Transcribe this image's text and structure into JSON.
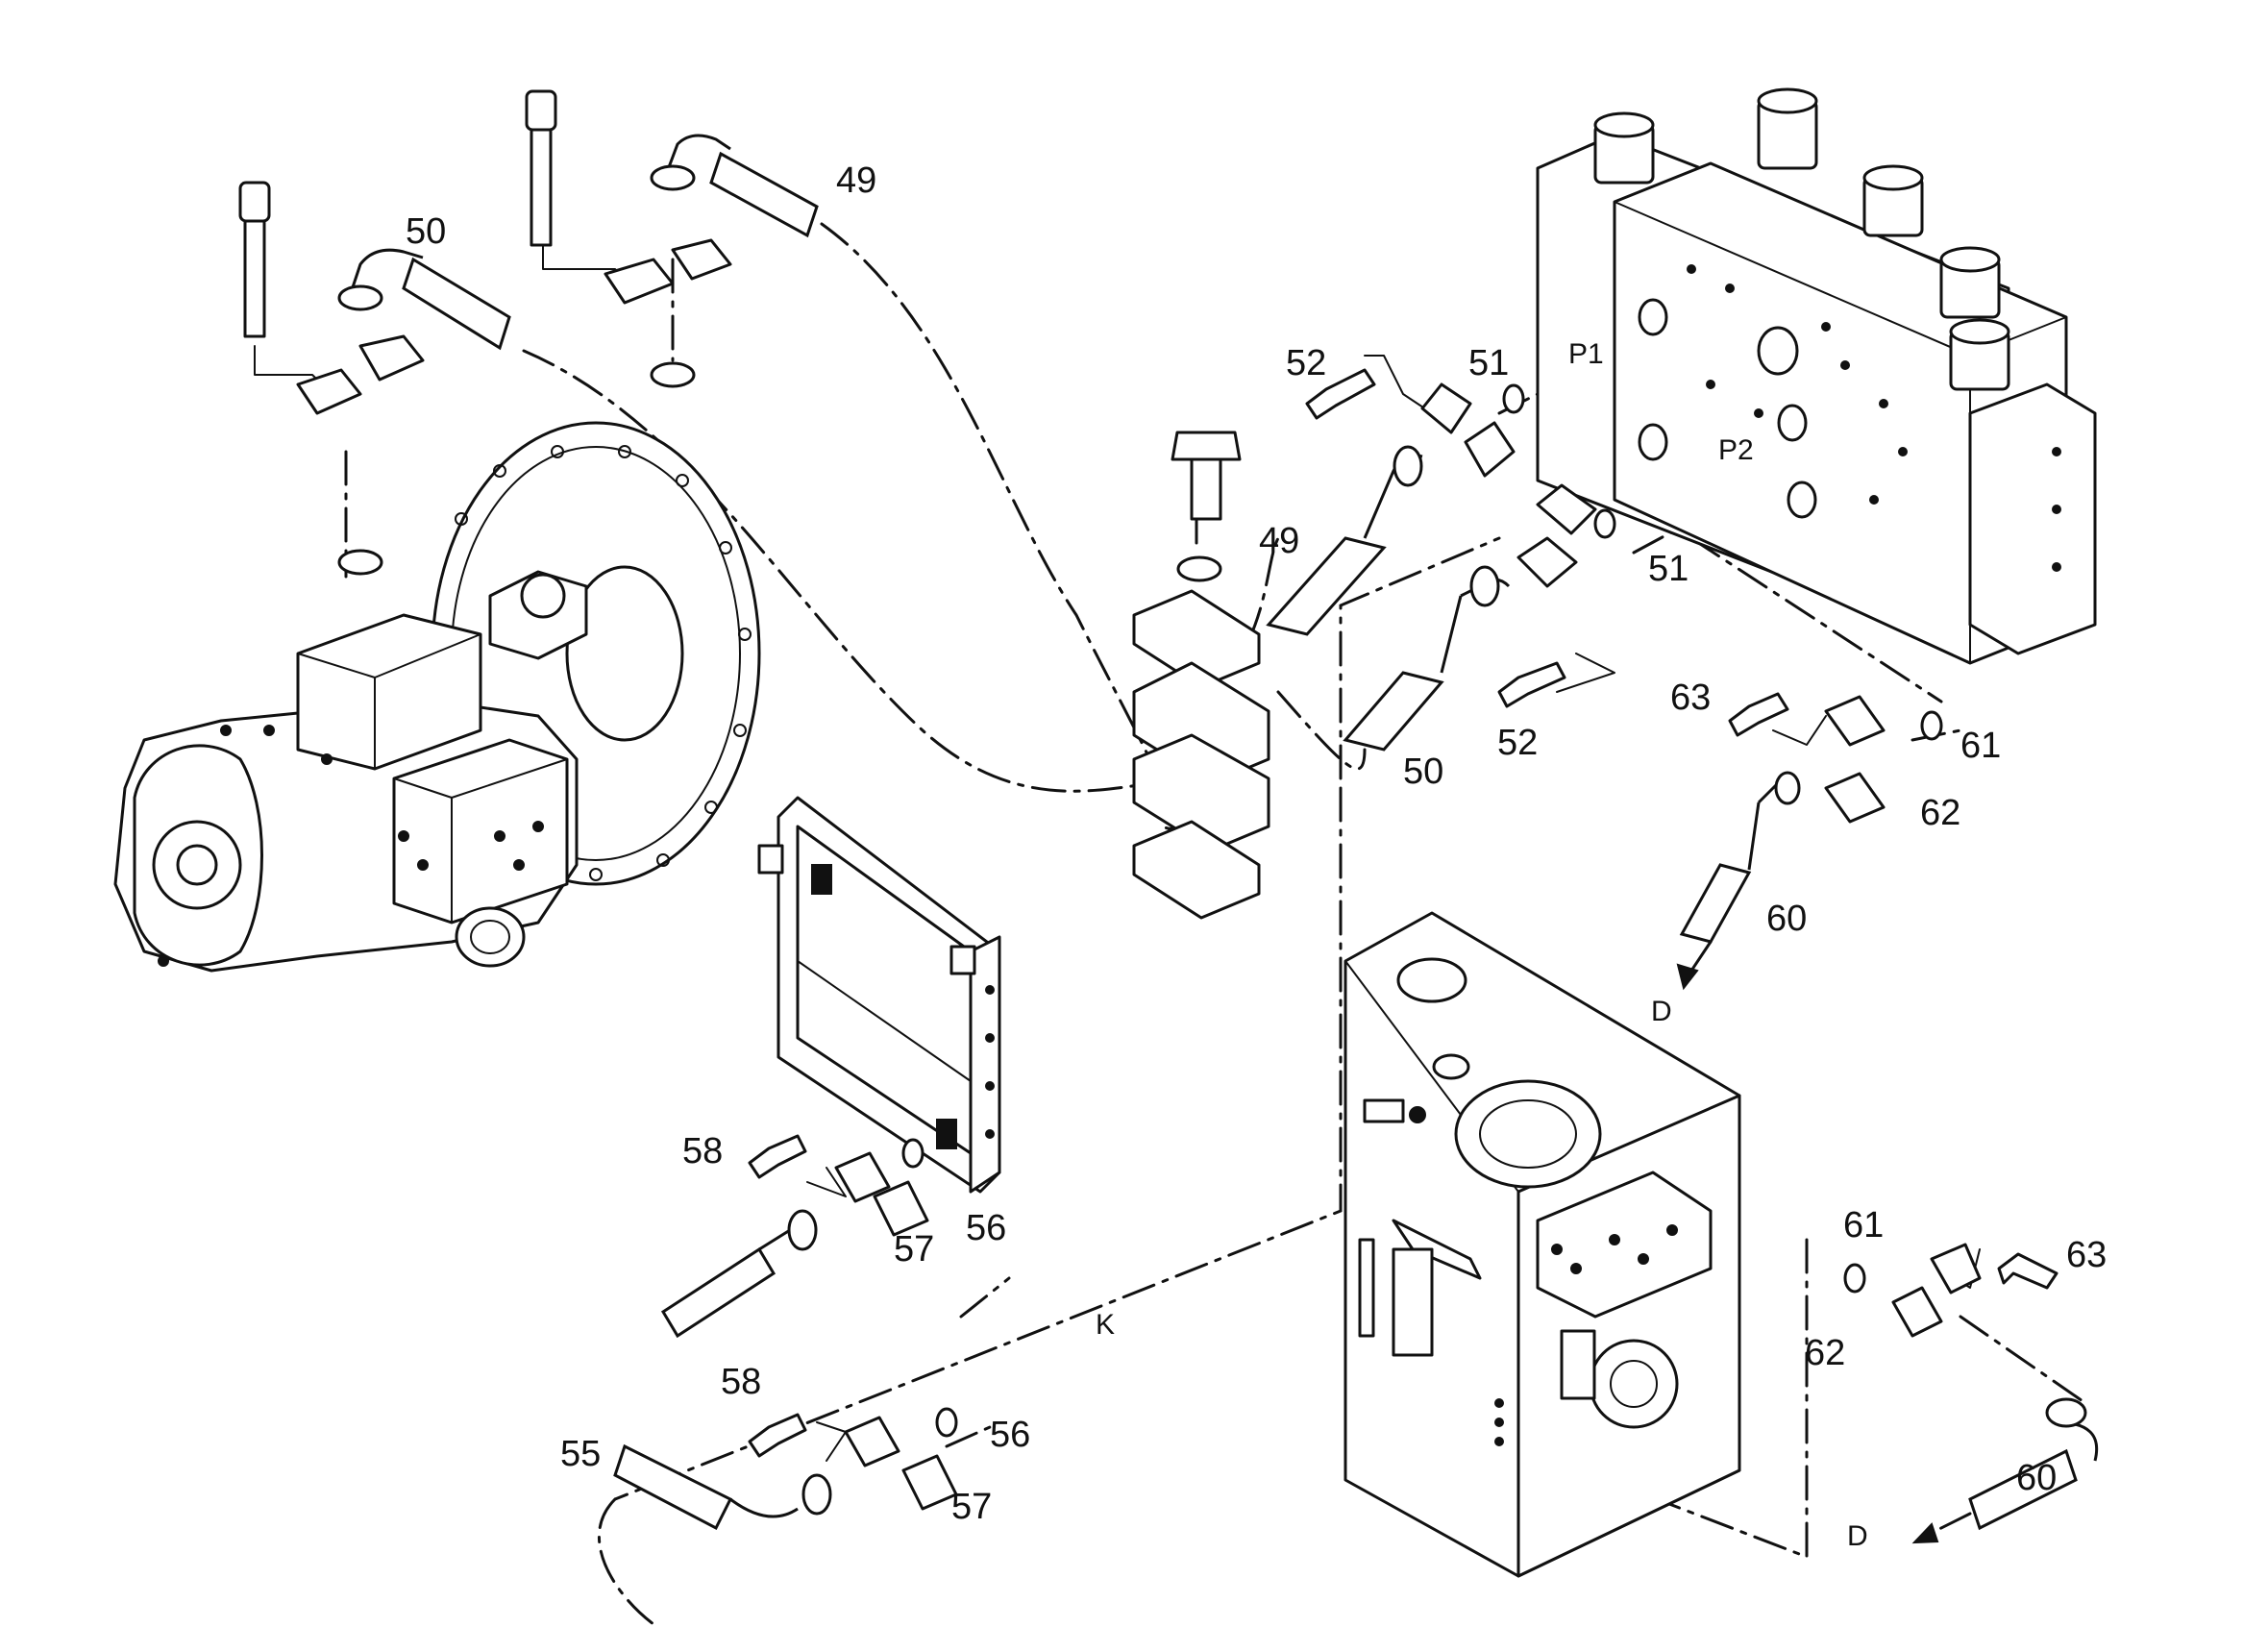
{
  "callouts": {
    "n49a": "49",
    "n49b": "49",
    "n50a": "50",
    "n50b": "50",
    "n51a": "51",
    "n51b": "51",
    "n52a": "52",
    "n52b": "52",
    "n55": "55",
    "n56a": "56",
    "n56b": "56",
    "n57a": "57",
    "n57b": "57",
    "n58a": "58",
    "n58b": "58",
    "n60a": "60",
    "n60b": "60",
    "n61a": "61",
    "n61b": "61",
    "n62a": "62",
    "n62b": "62",
    "n63a": "63",
    "n63b": "63"
  },
  "ports": {
    "p1": "P1",
    "p2": "P2"
  },
  "connections": {
    "k": "K",
    "d_top": "D",
    "d_bottom": "D"
  }
}
